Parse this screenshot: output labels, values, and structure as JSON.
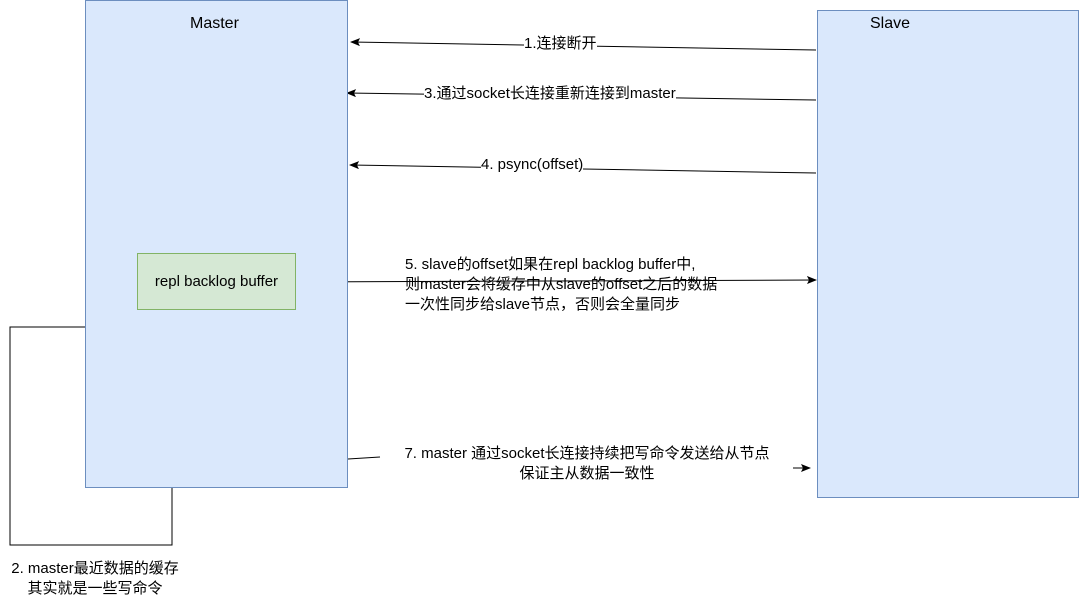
{
  "nodes": {
    "master": {
      "title": "Master"
    },
    "slave": {
      "title": "Slave"
    },
    "buffer": {
      "label": "repl backlog buffer"
    }
  },
  "edges": {
    "e1": {
      "label": "1.连接断开"
    },
    "e3": {
      "label": "3.通过socket长连接重新连接到master"
    },
    "e4": {
      "label": "4. psync(offset)"
    },
    "e5": {
      "lines": [
        "5. slave的offset如果在repl backlog buffer中,",
        "则master会将缓存中从slave的offset之后的数据",
        "一次性同步给slave节点，否则会全量同步"
      ]
    },
    "e7": {
      "lines": [
        "7. master 通过socket长连接持续把写命令发送给从节点",
        "保证主从数据一致性"
      ]
    },
    "e2": {
      "lines": [
        "2. master最近数据的缓存",
        "其实就是一些写命令"
      ]
    }
  },
  "colors": {
    "box_fill": "#dae8fc",
    "box_stroke": "#6c8ebf",
    "buffer_fill": "#d5e8d4",
    "buffer_stroke": "#82b366",
    "line": "#000000"
  }
}
